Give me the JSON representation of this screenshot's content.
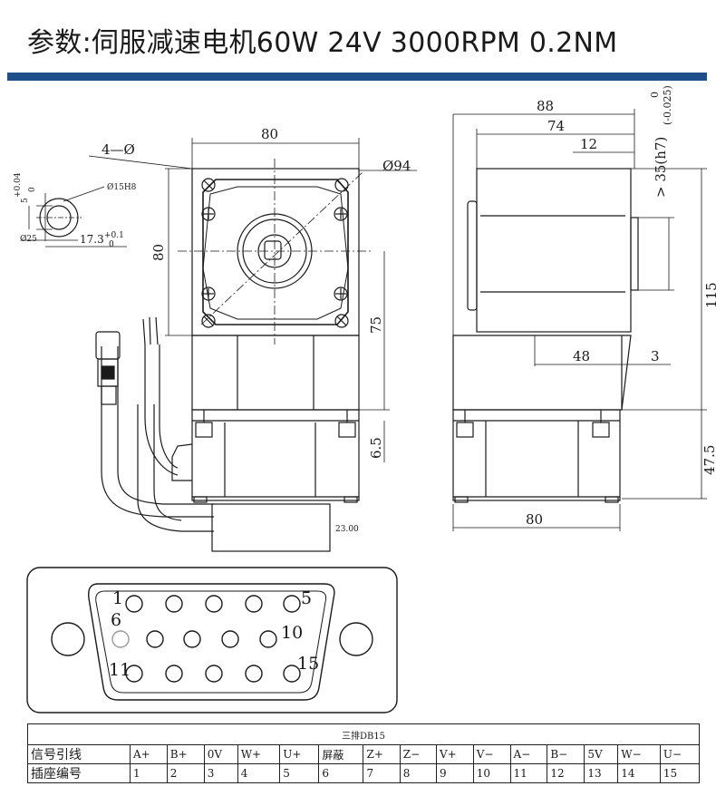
{
  "title": "参数:伺服减速电机60W 24V 3000RPM 0.2NM",
  "colors": {
    "accent_bar": "#1f4f8b",
    "line": "#1a1a1a"
  },
  "front_view": {
    "hole_label": "4—Ø",
    "width_dim": "80",
    "height_dim": "80",
    "pcd_dim": "Ø94",
    "body_dim": "75",
    "base_dim": "6.5",
    "cable_dim": "23.00"
  },
  "shaft_detail": {
    "key_dim": "5",
    "key_tol_upper": "+0.04",
    "key_tol_lower": "0",
    "bore_dim": "Ø15H8",
    "outer_dim": "Ø25",
    "depth_dim": "17.3",
    "depth_tol_upper": "+0.1",
    "depth_tol_lower": "0"
  },
  "side_view": {
    "overall_dim": "88",
    "flange_dim": "74",
    "pilot_len_dim": "12",
    "pilot_dia_dim": "35(h7)",
    "pilot_tol_upper": "0",
    "pilot_tol_lower": "-0.025",
    "height_dim": "115",
    "offset_dim": "48",
    "gap_dim": "3",
    "base_height_dim": "47.5",
    "base_width_dim": "80"
  },
  "connector": {
    "pin_labels": [
      "1",
      "5",
      "6",
      "10",
      "11",
      "15"
    ]
  },
  "pin_table": {
    "header": "三排DB15",
    "row1_label": "信号引线",
    "row2_label": "插座编号",
    "signals": [
      "A+",
      "B+",
      "0V",
      "W+",
      "U+",
      "屏蔽",
      "Z+",
      "Z−",
      "V+",
      "V−",
      "A−",
      "B−",
      "5V",
      "W−",
      "U−"
    ],
    "numbers": [
      "1",
      "2",
      "3",
      "4",
      "5",
      "6",
      "7",
      "8",
      "9",
      "10",
      "11",
      "12",
      "13",
      "14",
      "15"
    ]
  }
}
